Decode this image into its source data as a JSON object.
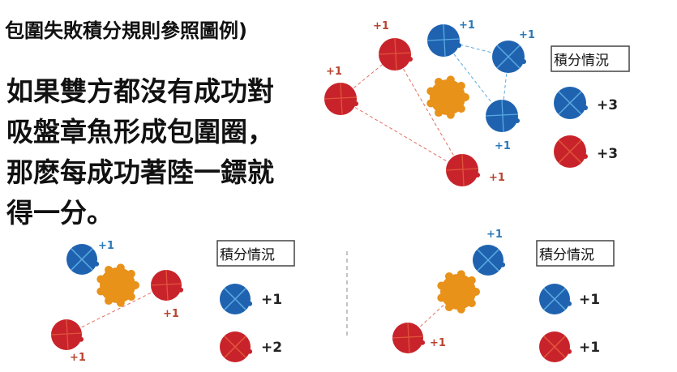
{
  "title": "包圍失敗積分規則參照圖例)",
  "body_lines": [
    "如果雙方都沒有成功對",
    "吸盤章魚形成包圍圈，",
    "那麽每成功著陸一鏢就",
    "得一分。"
  ],
  "colors": {
    "red": "#c8232b",
    "blue": "#1f63b0",
    "octopus": "#e8921a",
    "red_label": "#b8432e",
    "blue_label": "#2a78b8"
  },
  "diagrams": [
    {
      "legend_title": "積分情況",
      "dart_labels": {
        "red": [
          "+1",
          "+1",
          "+1"
        ],
        "blue": [
          "+1",
          "+1",
          "+1"
        ]
      },
      "scores": {
        "blue": "+3",
        "red": "+3"
      }
    },
    {
      "legend_title": "積分情況",
      "dart_labels": {
        "red": [
          "+1",
          "+1"
        ],
        "blue": [
          "+1"
        ]
      },
      "scores": {
        "blue": "+1",
        "red": "+2"
      }
    },
    {
      "legend_title": "積分情況",
      "dart_labels": {
        "red": [
          "+1"
        ],
        "blue": [
          "+1"
        ]
      },
      "scores": {
        "blue": "+1",
        "red": "+1"
      }
    }
  ]
}
